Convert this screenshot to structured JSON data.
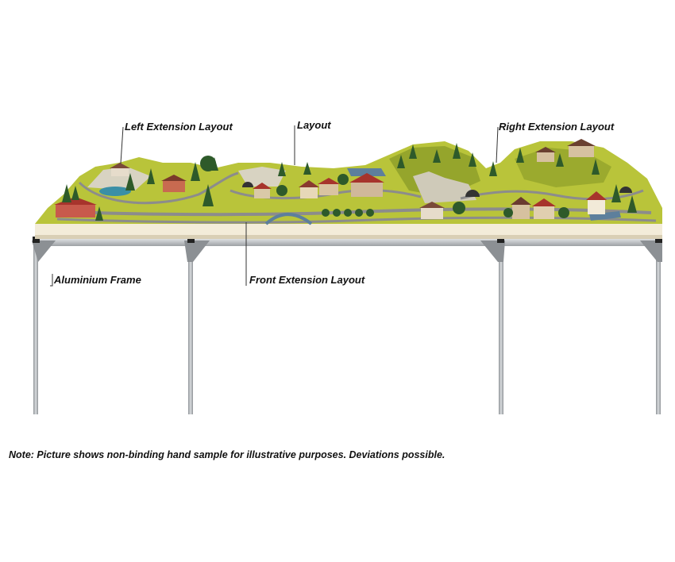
{
  "labels": {
    "left_extension": "Left Extension Layout",
    "layout": "Layout",
    "right_extension": "Right Extension Layout",
    "aluminium_frame": "Aluminium Frame",
    "front_extension": "Front Extension Layout"
  },
  "note": "Note: Picture shows non-binding hand sample for illustrative purposes. Deviations possible.",
  "colors": {
    "grass": "#b9c43a",
    "grass_dark": "#8ea02a",
    "rock": "#d8d3c2",
    "tree": "#2e5a2a",
    "track": "#8c8c8c",
    "house_roof": "#a7342c",
    "frame": "#b8bcc0",
    "board_edge": "#f3ecd9"
  },
  "icons": [
    "tree-icon",
    "house-icon",
    "tunnel-icon",
    "bridge-icon"
  ]
}
